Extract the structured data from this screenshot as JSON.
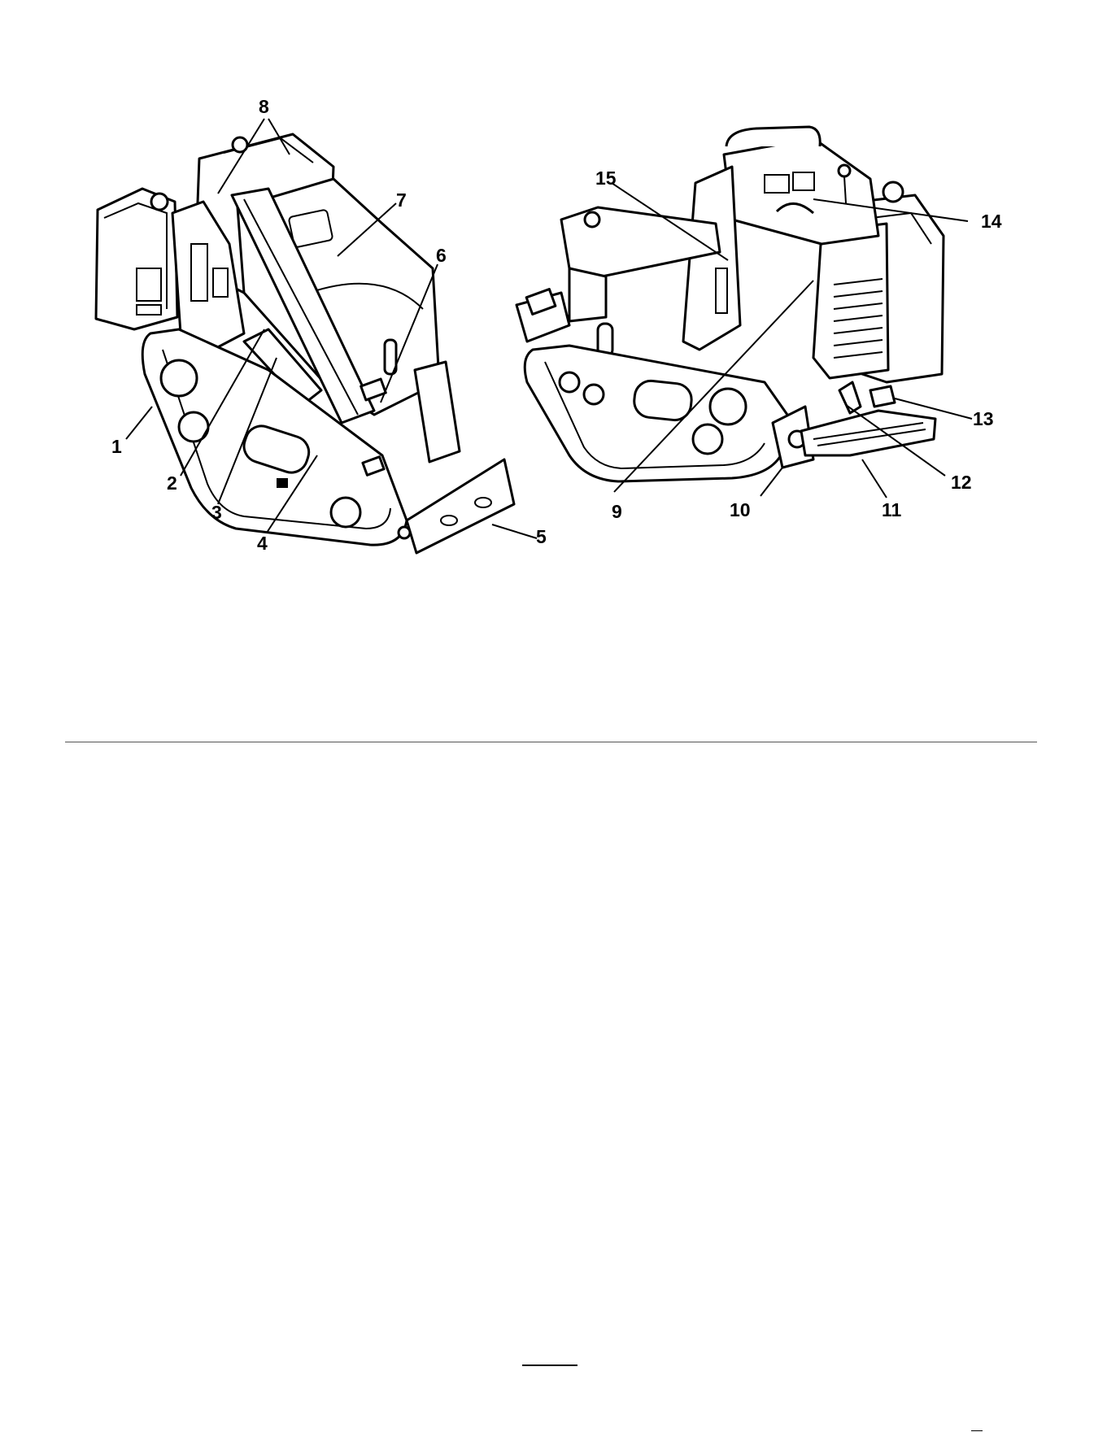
{
  "figure": {
    "left_view": {
      "callouts": [
        "1",
        "2",
        "3",
        "4",
        "5",
        "6",
        "7",
        "8"
      ]
    },
    "right_view": {
      "callouts": [
        "9",
        "10",
        "11",
        "12",
        "13",
        "14",
        "15"
      ]
    }
  }
}
